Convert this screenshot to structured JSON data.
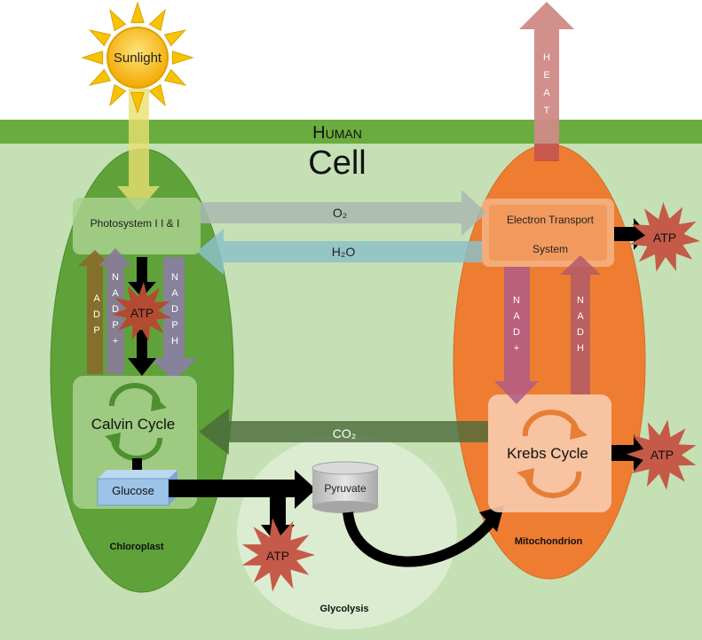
{
  "sun": {
    "label": "Sunlight"
  },
  "heat": {
    "letters": [
      "H",
      "E",
      "A",
      "T"
    ]
  },
  "membrane": {
    "title_small": "Human",
    "title_big": "Cell"
  },
  "chloroplast": {
    "label": "Chloroplast"
  },
  "mitochondrion": {
    "label": "Mitochondrion"
  },
  "glycolysis": {
    "label": "Glycolysis"
  },
  "photosystem": {
    "label": "Photosystem I I & I"
  },
  "electron_transport": {
    "line1": "Electron Transport",
    "line2": "System"
  },
  "calvin": {
    "label": "Calvin Cycle"
  },
  "krebs": {
    "label": "Krebs Cycle"
  },
  "glucose": {
    "label": "Glucose"
  },
  "pyruvate": {
    "label": "Pyruvate"
  },
  "flows": {
    "o2": "O₂",
    "h2o": "H₂O",
    "co2": "CO₂"
  },
  "vertical": {
    "adp": [
      "A",
      "D",
      "P"
    ],
    "nadp_plus": [
      "N",
      "A",
      "D",
      "P",
      "+"
    ],
    "nadph": [
      "N",
      "A",
      "D",
      "P",
      "H"
    ],
    "nad_plus": [
      "N",
      "A",
      "D",
      "+"
    ],
    "nadh": [
      "N",
      "A",
      "D",
      "H"
    ]
  },
  "atp": {
    "label": "ATP"
  },
  "colors": {
    "membrane": "#6aad3e",
    "cell_bg": "#c5e0b4",
    "chloroplast": "#5fa23a",
    "mitochondrion": "#ee7d31",
    "glycolysis": "#dcecd0",
    "atp_star": "#c55a48",
    "heat": "#cf8a86",
    "sun": "#f5b800"
  }
}
